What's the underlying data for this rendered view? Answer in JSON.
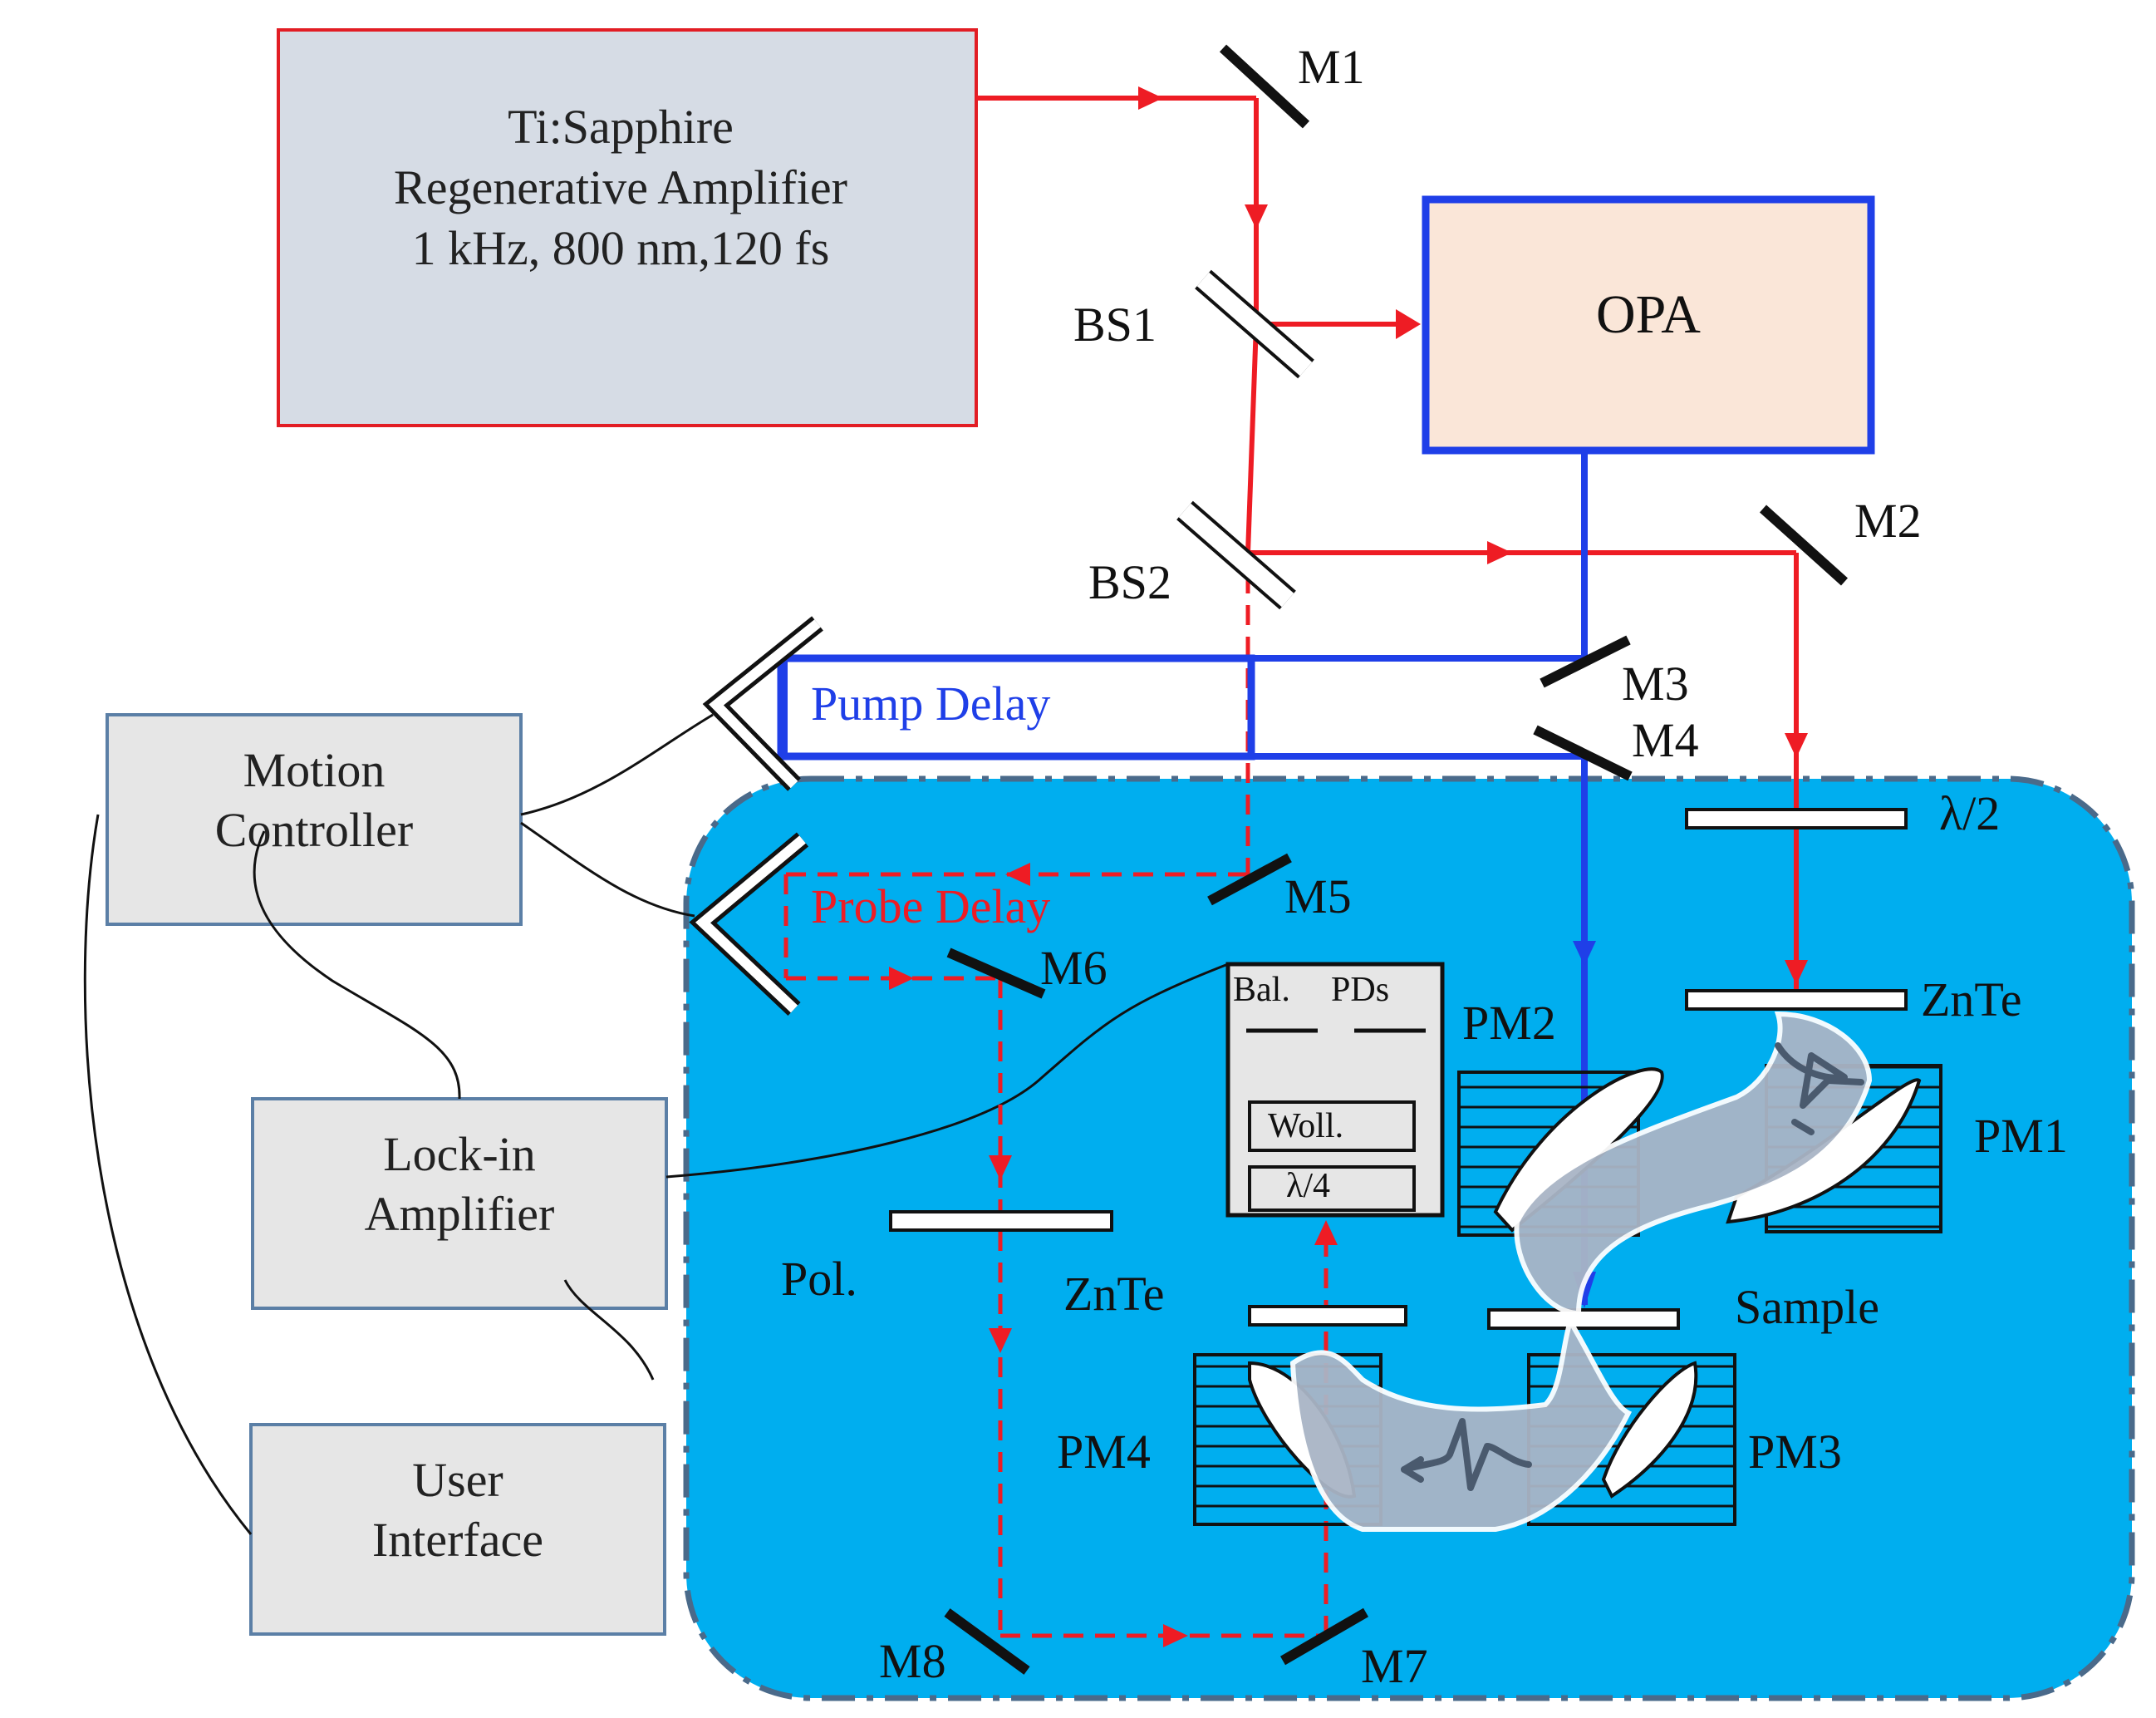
{
  "laser": {
    "line1": "Ti:Sapphire",
    "line2": "Regenerative Amplifier",
    "line3": "1 kHz, 800 nm,120 fs"
  },
  "opa": {
    "label": "OPA"
  },
  "labels": {
    "m1": "M1",
    "m2": "M2",
    "m3": "M3",
    "m4": "M4",
    "m5": "M5",
    "m6": "M6",
    "m7": "M7",
    "m8": "M8",
    "bs1": "BS1",
    "bs2": "BS2",
    "pump_delay": "Pump Delay",
    "probe_delay": "Probe Delay",
    "half_wave": "λ/2",
    "znte_top": "ZnTe",
    "znte_bottom": "ZnTe",
    "pm1": "PM1",
    "pm2": "PM2",
    "pm3": "PM3",
    "pm4": "PM4",
    "sample": "Sample",
    "polarizer": "Pol.",
    "bal": "Bal.",
    "pds": "PDs",
    "wollaston": "Woll.",
    "quarter_wave": "λ/4"
  },
  "controller_boxes": {
    "motion_line1": "Motion",
    "motion_line2": "Controller",
    "lockin_line1": "Lock-in",
    "lockin_line2": "Amplifier",
    "ui_line1": "User",
    "ui_line2": "Interface"
  },
  "colors": {
    "laser_beam": "#ee1c24",
    "thz_pump_beam": "#1f3fe8",
    "purge_box": "#00aeef",
    "laser_box_border": "#e21d24",
    "laser_box_fill": "#d6dce5",
    "opa_border": "#1f3fe8",
    "opa_fill": "#fae6d8",
    "controller_fill": "#e6e6e6",
    "controller_border": "#5b7fa6"
  }
}
